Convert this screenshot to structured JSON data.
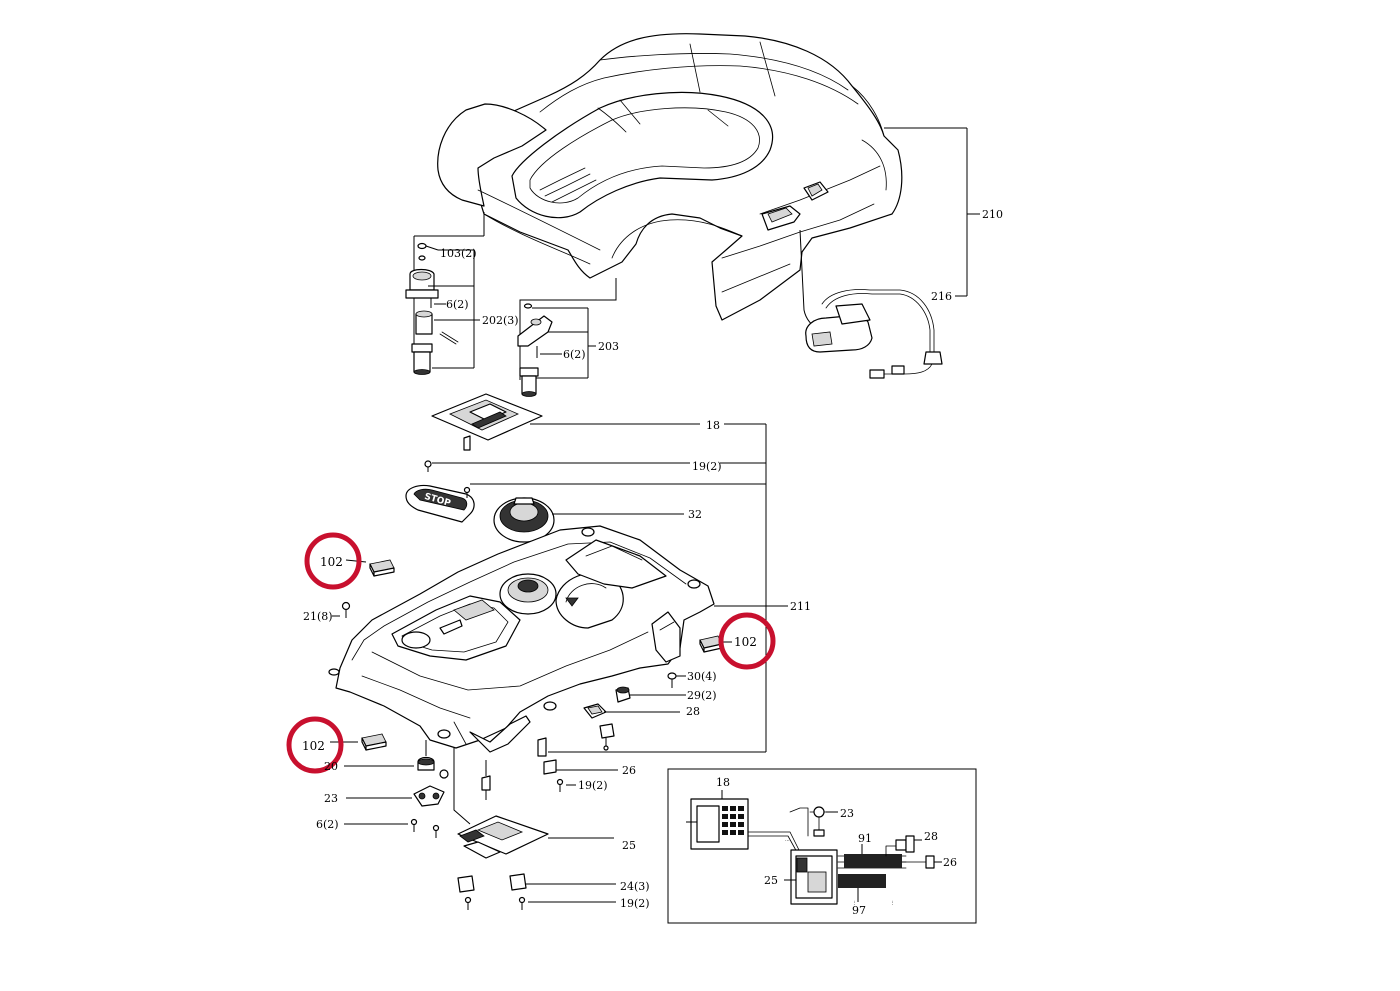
{
  "diagram": {
    "callouts": {
      "c210": "210",
      "c216": "216",
      "c103": "103(2)",
      "c6a": "6(2)",
      "c202": "202(3)",
      "c203": "203",
      "c6b": "6(2)",
      "c18": "18",
      "c19a": "19(2)",
      "c32": "32",
      "c102a": "102",
      "c21": "21(8)",
      "c211": "211",
      "c102b": "102",
      "c30": "30(4)",
      "c29": "29(2)",
      "c28": "28",
      "c102c": "102",
      "c20": "20",
      "c26": "26",
      "c23": "23",
      "c19b": "19(2)",
      "c6c": "6(2)",
      "c25": "25",
      "c24": "24(3)",
      "c19c": "19(2)"
    },
    "stop_label": "STOP",
    "highlight_color": "#c8102e",
    "inset": {
      "c18": "18",
      "c23": "23",
      "c91": "91",
      "c28": "28",
      "c25": "25",
      "c26": "26",
      "c97": "97"
    }
  }
}
